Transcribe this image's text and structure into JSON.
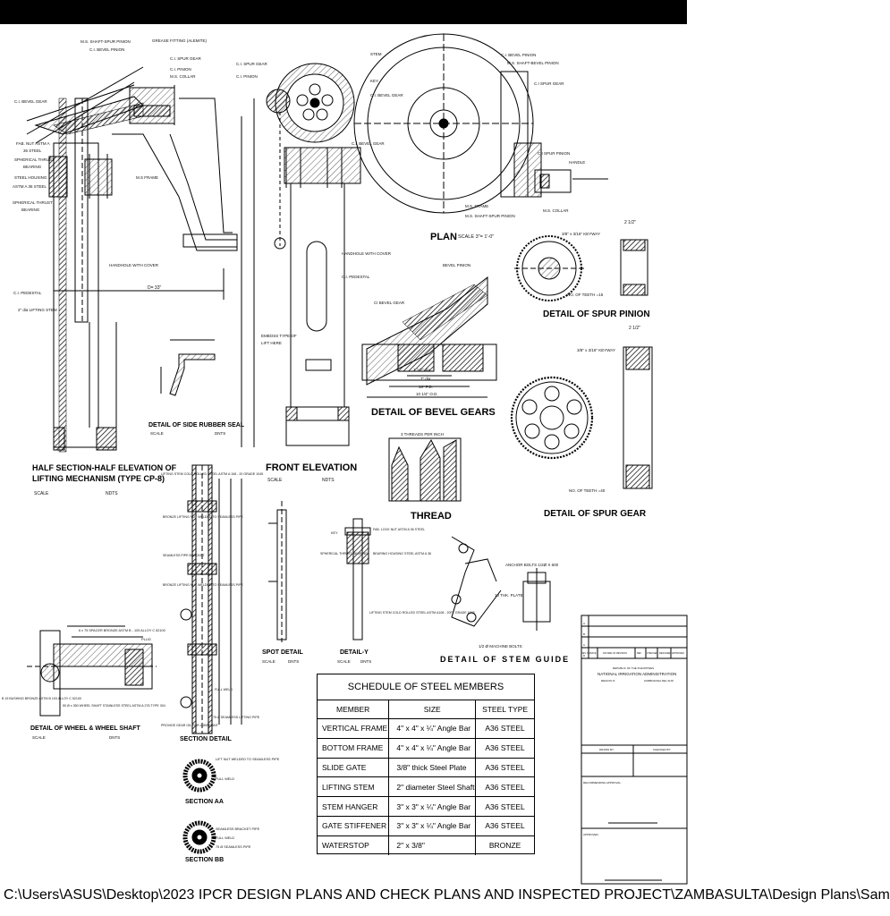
{
  "sheet": {
    "file_path": "C:\\Users\\ASUS\\Desktop\\2023 IPCR DESIGN PLANS AND CHECK PLANS AND INSPECTED PROJECT\\ZAMBASULTA\\Design Plans\\Sam"
  },
  "half_section": {
    "title_line1": "HALF SECTION-HALF ELEVATION OF",
    "title_line2": "LIFTING MECHANISM (TYPE CP-8)",
    "scale_label": "SCALE",
    "scale_value": "NDTS",
    "labels": {
      "shaft_spur_pinion": "M.S. SHAFT-SPUR PINION",
      "grease_fitting": "GREASE FITTING (ALEMITE)",
      "ci_bevel_pinion": "C.I. BEVEL PINION",
      "ci_spur_gear": "C.I. SPUR GEAR",
      "ci_pinion": "C.I. PINION",
      "ms_collar": "M.S. COLLAR",
      "ci_bevel_gear": "C.I. BEVEL GEAR",
      "fab_nut_line1": "FAB. NUT ASTM A",
      "fab_nut_line2": "36 STEEL",
      "spherical_thrust_line1": "SPHERICAL THRUST",
      "spherical_thrust_line2": "BEARING",
      "steel_housing_line1": "STEEL HOUSING",
      "steel_housing_line2": "ASTM A 36 STEEL",
      "ms_frame": "M.S FRAME",
      "spherical_thrust2_line1": "SPHERICAL THRUST",
      "spherical_thrust2_line2": "BEARING",
      "handhole": "HANDHOLE WITH COVER",
      "ci_pedestal": "C.I. PEDESTAL",
      "lifting_stem": "2\" dia LIFTING STEM",
      "dim_d": "D= 33\""
    }
  },
  "side_rubber_seal": {
    "title": "DETAIL OF SIDE RUBBER SEAL",
    "scale_label": "SCALE",
    "scale_value": "DNTS"
  },
  "front_elevation": {
    "title": "FRONT ELEVATION",
    "scale_label": "SCALE",
    "scale_value": "NDTS",
    "labels": {
      "ci_spur_gear": "C.I. SPUR GEAR",
      "ci_pinion": "C.I. PINION",
      "ci_bevel_gear": "C.I. BEVEL GEAR",
      "handhole": "HANDHOLE WITH COVER",
      "ci_pedestal": "C.I. PEDESTAL",
      "emboss_line1": "EMBOSS TYPE OF",
      "emboss_line2": "LIFT HERE"
    }
  },
  "plan": {
    "title": "PLAN",
    "scale": "SCALE 3\"= 1'-0\"",
    "labels": {
      "stem": "STEM",
      "key": "KEY",
      "ci_bevel_gear": "C.I. BEVEL GEAR",
      "ci_bevel_pinion": "C.I. BEVEL PINION",
      "ms_shaft_bevel_pinion": "M.S. SHAFT-BEVEL PINION",
      "ci_spur_gear": "C.I SPUR GEAR",
      "ci_spur_pinion": "C.I SPUR PINION",
      "handle": "HANDLE",
      "ms_frame": "M.S. FRAME",
      "ms_shaft_spur_pinion": "M.S. SHAFT-SPUR PINION",
      "ms_collar": "M.S. COLLAR"
    }
  },
  "spur_pinion": {
    "title": "DETAIL OF SPUR PINION",
    "keyway": "3/8\" x 3/16\" KEYWAY",
    "teeth": "NO. OF TEETH =15",
    "dim": "2 1/2\""
  },
  "bevel_gears": {
    "title": "DETAIL OF BEVEL GEARS",
    "bevel_pinion": "BEVEL PINION",
    "bevel_gear": "CI BEVEL GEAR",
    "dim1": "1 1/2\" dia",
    "dim2": "7\" dia",
    "dim3": "10\" P.D.",
    "dim4": "10 1/4\" O.D."
  },
  "spur_gear": {
    "title": "DETAIL OF SPUR GEAR",
    "keyway": "3/8\" x 3/16\" KEYWAY",
    "teeth": "NO. OF TEETH =40",
    "dim": "2 1/2\""
  },
  "thread": {
    "title": "THREAD",
    "note": "3 THREADS PER INCH"
  },
  "stem_guide": {
    "title": "DETAIL OF STEM GUIDE",
    "anchor": "ANCHOR BOLTS 1/2Ø X 600",
    "plate": "10 THK. PLATE",
    "bolts": "1/2 Ø MACHINE BOLTS"
  },
  "wheel_shaft": {
    "title": "DETAIL OF WHEEL & WHEEL SHAFT",
    "scale_label": "SCALE",
    "scale_value": "DNTS",
    "labels": {
      "spacer": "6 x 75 SPACER BRONZE ASTM B - 103 ALLOY C 52100",
      "plug": "PLUG",
      "bushing": "B 15 BUSHING BRONZE ASTM B 103 ALLOY C 52100",
      "wheel_shaft": "50 Ø x 350 WHEEL SHAFT STAINLESS STEEL ASTM A 276 TYPE 304"
    }
  },
  "stem_section": {
    "title": "SECTION DETAIL",
    "labels": {
      "lifting_stem": "LIFTING STEM COLD ROLLED STEEL ASTM A 108 - 20 GRADE 1045",
      "bronze_lifting1": "BRONZE LIFTING NUT WELDED TO SEAMLESS PIPE",
      "seamless_bracket": "SEAMLESS PIPE BRACKET",
      "bronze_lifting2": "BRONZE LIFTING NUT WELDED TO SEAMLESS PIPE",
      "full_weld": "FULL WELD",
      "provide_gear_oil": "PROVIDE GEAR OIL FOR LUBRICANT",
      "seamless_lifting": "75 Ø SEAMLESS LIFTING PIPE"
    }
  },
  "section_aa": {
    "title": "SECTION AA",
    "label1": "LIFT NUT WELDED TO SEAMLESS PIPE",
    "label2": "FULL WELD"
  },
  "section_bb": {
    "title": "SECTION BB",
    "label1": "SEAMLESS BRACKET PIPE",
    "label2": "FULL WELD",
    "label3": "75 Ø SEAMLESS PIPE"
  },
  "spot_detail": {
    "title": "SPOT DETAIL",
    "scale_label": "SCALE",
    "scale_value": "DNTS"
  },
  "detail_y": {
    "title": "DETAIL-Y",
    "scale_label": "SCALE",
    "scale_value": "DNTS",
    "labels": {
      "key": "KEY",
      "fab_lock_nut": "FAB. LOCK NUT ASTM A 36 STEEL",
      "spherical_thrust": "SPHERICAL THRUST BEARING",
      "bearing_housing": "BEARING HOUSING STEEL ASTM A 36",
      "lifting_stem": "LIFTING STEM COLD ROLLED STEEL ASTM A108 - 20FT GRADE 1045"
    }
  },
  "schedule": {
    "title": "SCHEDULE OF STEEL MEMBERS",
    "headers": [
      "MEMBER",
      "SIZE",
      "STEEL TYPE"
    ],
    "rows": [
      [
        "VERTICAL FRAME",
        "4\" x 4\" x ¼\" Angle Bar",
        "A36 STEEL"
      ],
      [
        "BOTTOM FRAME",
        "4\" x 4\" x ¼\" Angle Bar",
        "A36 STEEL"
      ],
      [
        "SLIDE GATE",
        "3/8\" thick Steel Plate",
        "A36 STEEL"
      ],
      [
        "LIFTING STEM",
        "2\" diameter Steel Shaft",
        "A36 STEEL"
      ],
      [
        "STEM HANGER",
        "3\" x 3\" x ¼\" Angle Bar",
        "A36 STEEL"
      ],
      [
        "GATE STIFFENER",
        "3\" x 3\" x ¼\" Angle Bar",
        "A36 STEEL"
      ],
      [
        "WATERSTOP",
        "2\" x 3/8\"",
        "BRONZE"
      ]
    ]
  },
  "title_block": {
    "republic": "REPUBLIC OF THE PHILIPPINES",
    "agency": "NATIONAL IRRIGATION ADMINISTRATION",
    "region": "REGION IX",
    "location": "ZAMBOANGA DEL SUR",
    "drawn": "DRAWN BY:",
    "checked": "CHECKED BY:",
    "recommending": "RECOMMENDING APPROVAL:",
    "approved": "APPROVED:",
    "rev_rows": [
      "A",
      "B",
      "C",
      "D"
    ],
    "rev_headers": [
      "REV. NO.",
      "DATE",
      "NATURE OF REVISION",
      "REF",
      "CHECKED",
      "DESIGNED",
      "APPROVED"
    ]
  }
}
